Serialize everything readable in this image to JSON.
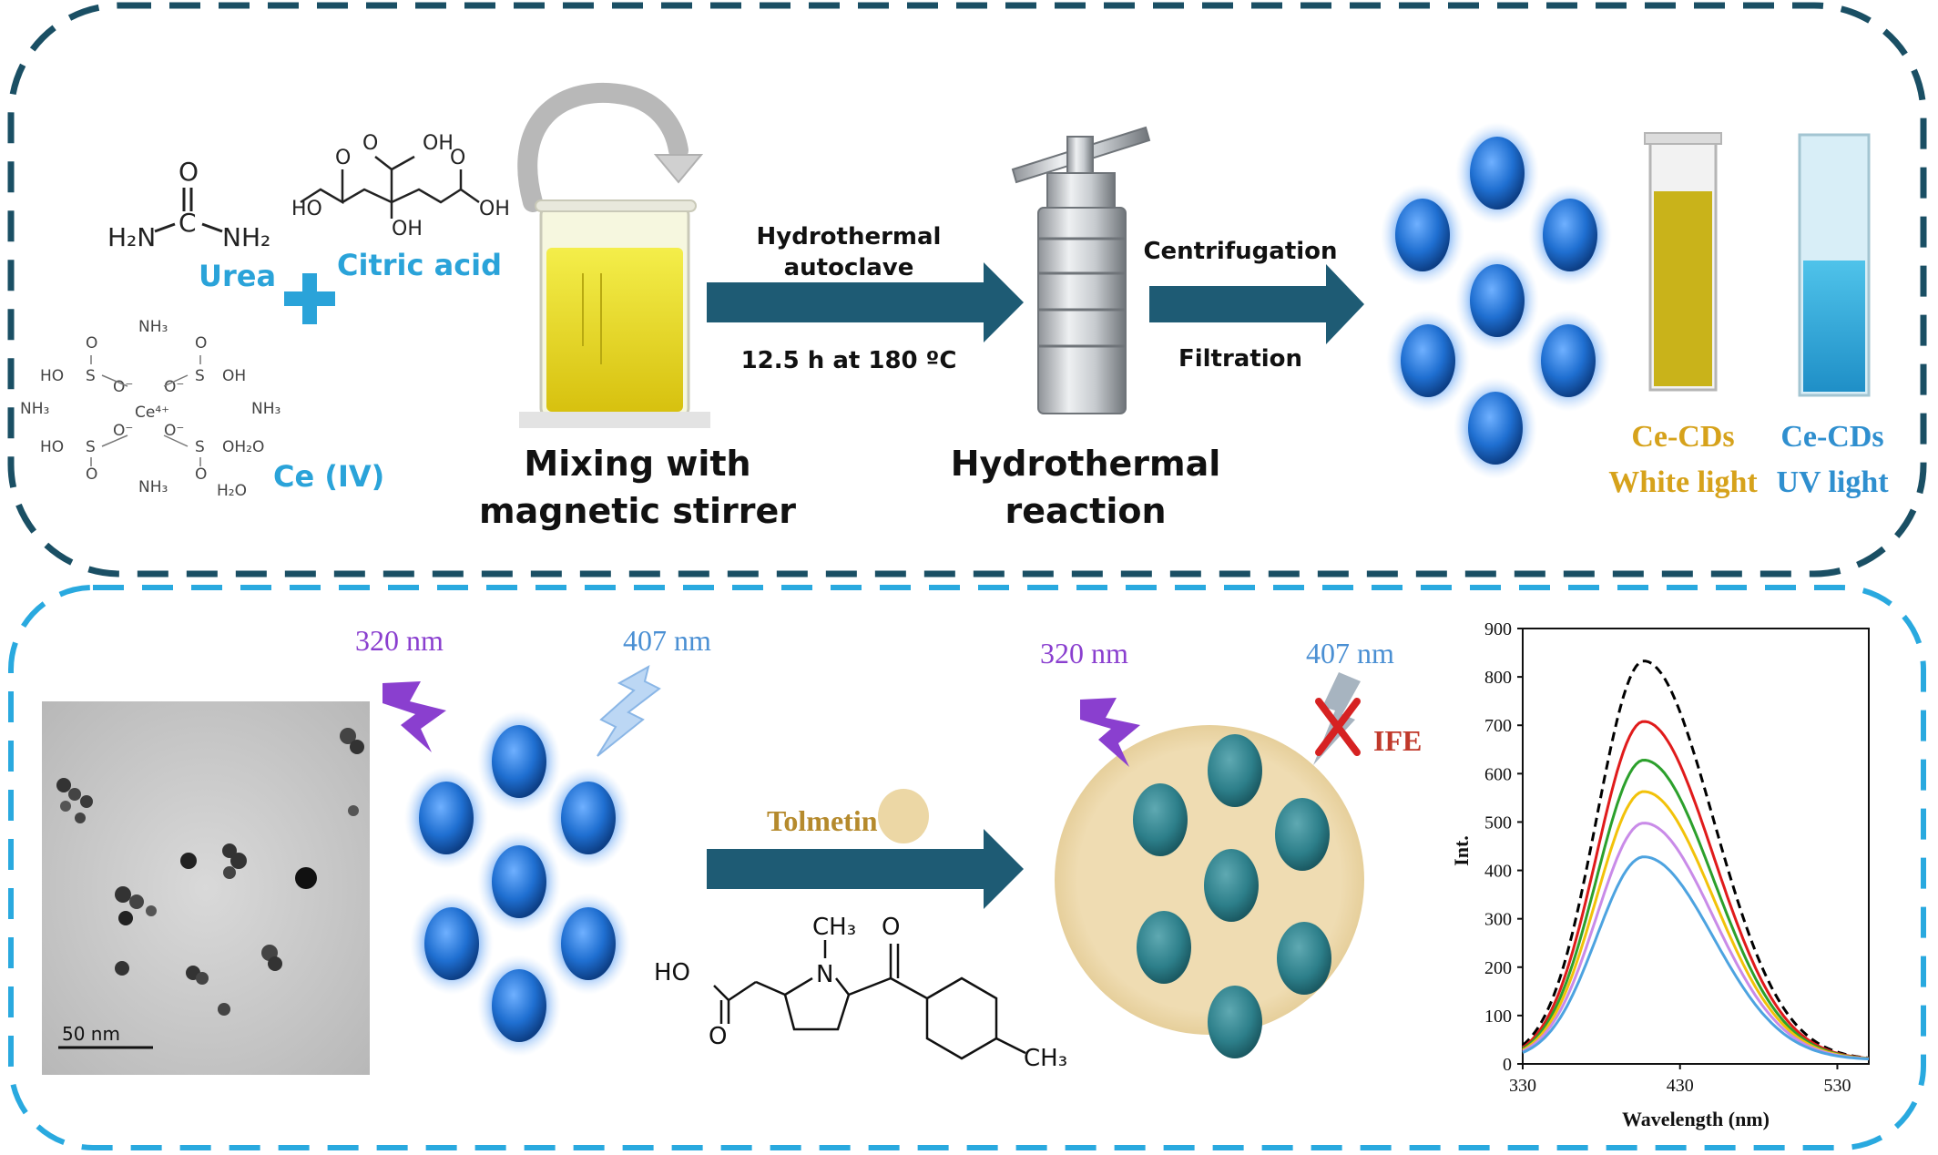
{
  "top_panel": {
    "urea": {
      "label": "Urea",
      "h2n": "H₂N",
      "nh2": "NH₂",
      "o": "O",
      "c": "C"
    },
    "citric_acid": {
      "label": "Citric acid",
      "ho": "HO",
      "oh_top": "OH",
      "oh_right": "OH",
      "oh_mid": "OH",
      "o": "O"
    },
    "ce_salt": {
      "label": "Ce (IV)",
      "nh3": "NH₃",
      "h2o": "H₂O",
      "ce": "Ce⁴⁺",
      "ho": "HO",
      "oh": "OH",
      "s": "S",
      "o": "O",
      "o_minus": "O⁻",
      "oh_h2o": "OH₂O"
    },
    "mixing_label_1": "Mixing with",
    "mixing_label_2": "magnetic stirrer",
    "arrow1_top_1": "Hydrothermal",
    "arrow1_top_2": "autoclave",
    "arrow1_bottom": "12.5 h at 180 ºC",
    "hydrothermal_label_1": "Hydrothermal",
    "hydrothermal_label_2": "reaction",
    "arrow2_top": "Centrifugation",
    "arrow2_bottom": "Filtration",
    "vial1_label_1": "Ce-CDs",
    "vial1_label_2": "White light",
    "vial2_label_1": "Ce-CDs",
    "vial2_label_2": "UV light"
  },
  "bottom_panel": {
    "tem_scale": "50 nm",
    "excitation_1": "320 nm",
    "emission_1": "407 nm",
    "tolmetin_label": "Tolmetin",
    "molecule": {
      "ch3_top": "CH₃",
      "ch3_right": "CH₃",
      "ho": "HO",
      "n": "N",
      "o": "O"
    },
    "excitation_2": "320 nm",
    "emission_2": "407 nm",
    "ife_label": "IFE"
  },
  "colors": {
    "top_border": "#1a4f64",
    "bottom_border": "#29a9df",
    "arrow": "#1e5b74",
    "accent_text": "#2aa3d9",
    "dot_blue": "#1f6fd1",
    "dot_teal": "#2d7f8a",
    "vial_text_yellow": "#d6a21b",
    "vial_text_blue": "#2f8fcf",
    "violet": "#8a3fcf"
  },
  "chart_data": {
    "type": "line",
    "xlabel": "Wavelength (nm)",
    "ylabel": "Int.",
    "xlim": [
      330,
      550
    ],
    "ylim": [
      0,
      900
    ],
    "x_ticks": [
      "330",
      "430",
      "530"
    ],
    "y_ticks": [
      "0",
      "100",
      "200",
      "300",
      "400",
      "500",
      "600",
      "700",
      "800",
      "900"
    ],
    "peak_x": 407,
    "grid": false,
    "series": [
      {
        "style": "dashed",
        "color": "#000000",
        "peak": 825
      },
      {
        "color": "#e01b1b",
        "peak": 700
      },
      {
        "color": "#2ca02c",
        "peak": 620
      },
      {
        "color": "#f2c20a",
        "peak": 555
      },
      {
        "color": "#c98be8",
        "peak": 490
      },
      {
        "color": "#4da3e0",
        "peak": 420
      }
    ]
  }
}
